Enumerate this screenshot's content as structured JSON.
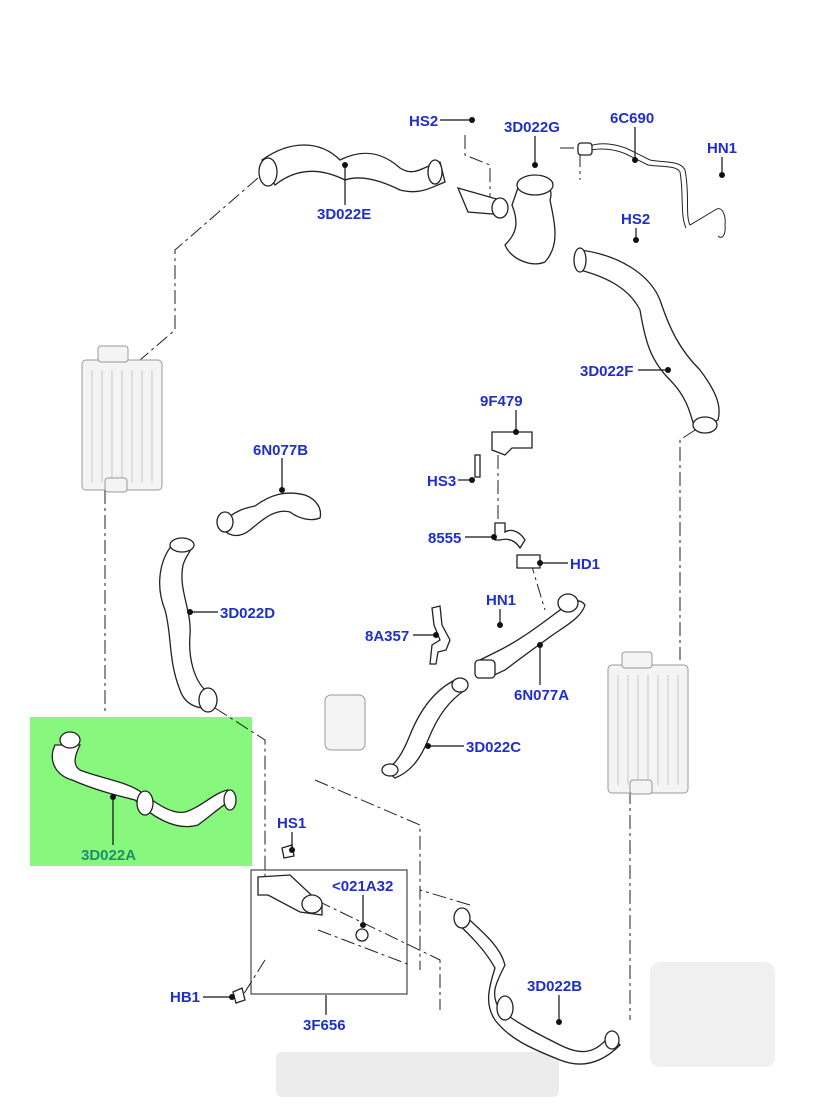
{
  "diagram": {
    "title": "Intercooler / charge air hose system",
    "highlight_color": "#88f77d",
    "label_color": "#1f2fc8",
    "highlight_label_color": "#1e8f6a",
    "highlighted_part": "3D022A",
    "labels": {
      "hs2_top": "HS2",
      "d3d022g": "3D022G",
      "c6c690": "6C690",
      "hn1_top": "HN1",
      "hs2_right": "HS2",
      "d3d022e": "3D022E",
      "d3d022f": "3D022F",
      "f9f479": "9F479",
      "hs3": "HS3",
      "n6n077b": "6N077B",
      "n8555": "8555",
      "hd1": "HD1",
      "d3d022d": "3D022D",
      "hn1_mid": "HN1",
      "a8a357": "8A357",
      "n6n077a": "6N077A",
      "d3d022c": "3D022C",
      "d3d022a": "3D022A",
      "hs1": "HS1",
      "a021a32": "<021A32",
      "hb1": "HB1",
      "f3f656": "3F656",
      "d3d022b": "3D022B"
    },
    "parts": [
      {
        "id": "3D022E",
        "type": "hose"
      },
      {
        "id": "3D022G",
        "type": "hose"
      },
      {
        "id": "6C690",
        "type": "pipe"
      },
      {
        "id": "3D022F",
        "type": "hose"
      },
      {
        "id": "9F479",
        "type": "sensor"
      },
      {
        "id": "8555",
        "type": "hose"
      },
      {
        "id": "6N077B",
        "type": "connector"
      },
      {
        "id": "3D022D",
        "type": "hose"
      },
      {
        "id": "8A357",
        "type": "bracket"
      },
      {
        "id": "6N077A",
        "type": "pipe"
      },
      {
        "id": "3D022C",
        "type": "hose"
      },
      {
        "id": "3D022A",
        "type": "hose"
      },
      {
        "id": "3F656",
        "type": "assembly"
      },
      {
        "id": "021A32",
        "type": "o-ring"
      },
      {
        "id": "3D022B",
        "type": "hose"
      }
    ]
  }
}
